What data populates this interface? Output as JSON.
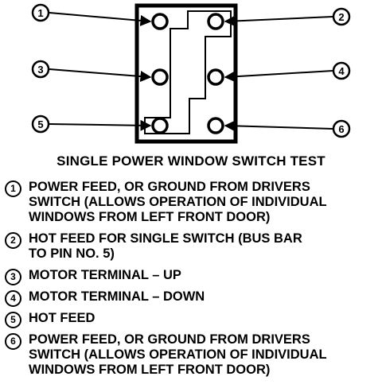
{
  "diagram": {
    "pin_numbers": [
      "1",
      "2",
      "3",
      "4",
      "5",
      "6"
    ]
  },
  "title": "SINGLE POWER WINDOW SWITCH TEST",
  "legend": [
    {
      "num": "1",
      "lines": [
        "POWER FEED, OR GROUND FROM DRIVERS",
        "SWITCH (ALLOWS OPERATION OF INDIVIDUAL",
        "WINDOWS FROM LEFT FRONT DOOR)"
      ]
    },
    {
      "num": "2",
      "lines": [
        "HOT FEED FOR SINGLE SWITCH (BUS BAR",
        "TO PIN NO. 5)"
      ]
    },
    {
      "num": "3",
      "lines": [
        "MOTOR TERMINAL – UP"
      ]
    },
    {
      "num": "4",
      "lines": [
        "MOTOR TERMINAL – DOWN"
      ]
    },
    {
      "num": "5",
      "lines": [
        "HOT FEED"
      ]
    },
    {
      "num": "6",
      "lines": [
        "POWER FEED, OR GROUND FROM DRIVERS",
        "SWITCH (ALLOWS OPERATION OF INDIVIDUAL",
        "WINDOWS FROM LEFT FRONT DOOR)"
      ]
    }
  ]
}
